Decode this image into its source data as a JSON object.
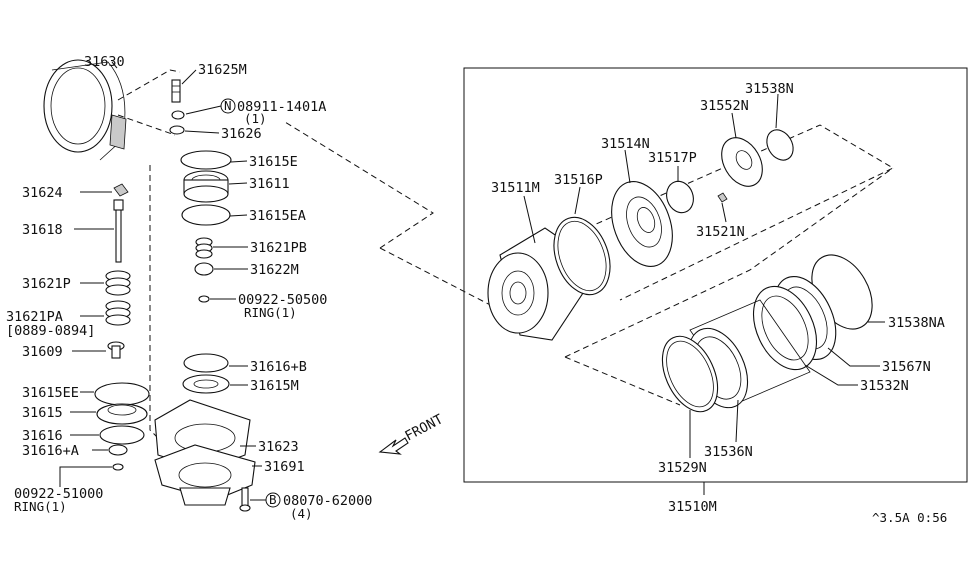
{
  "parts": {
    "p31630": "31630",
    "p31625M": "31625M",
    "p08911": "08911-1401A",
    "p08911_qty": "(1)",
    "p31626": "31626",
    "p31615E": "31615E",
    "p31611": "31611",
    "p31615EA": "31615EA",
    "p31624": "31624",
    "p31618": "31618",
    "p31621PB": "31621PB",
    "p31622M": "31622M",
    "p31621P": "31621P",
    "p00922_50500": "00922-50500",
    "ring1a": "RING(1)",
    "p31621PA": "31621PA",
    "date_range": "[0889-0894]",
    "p31609": "31609",
    "p31616B": "31616+B",
    "p31615M": "31615M",
    "p31615EE": "31615EE",
    "p31615": "31615",
    "p31616": "31616",
    "p31616A": "31616+A",
    "p31623": "31623",
    "p31691": "31691",
    "p00922_51000": "00922-51000",
    "ring1b": "RING(1)",
    "p08070": "08070-62000",
    "p08070_qty": "(4)",
    "front": "FRONT",
    "p31538N": "31538N",
    "p31552N": "31552N",
    "p31514N": "31514N",
    "p31517P": "31517P",
    "p31516P": "31516P",
    "p31511M": "31511M",
    "p31521N": "31521N",
    "p31538NA": "31538NA",
    "p31567N": "31567N",
    "p31532N": "31532N",
    "p31536N": "31536N",
    "p31529N": "31529N",
    "p31510M": "31510M",
    "ref_code": "^3.5A 0:56"
  },
  "icons": {
    "n_mark": "N",
    "b_mark": "B"
  }
}
